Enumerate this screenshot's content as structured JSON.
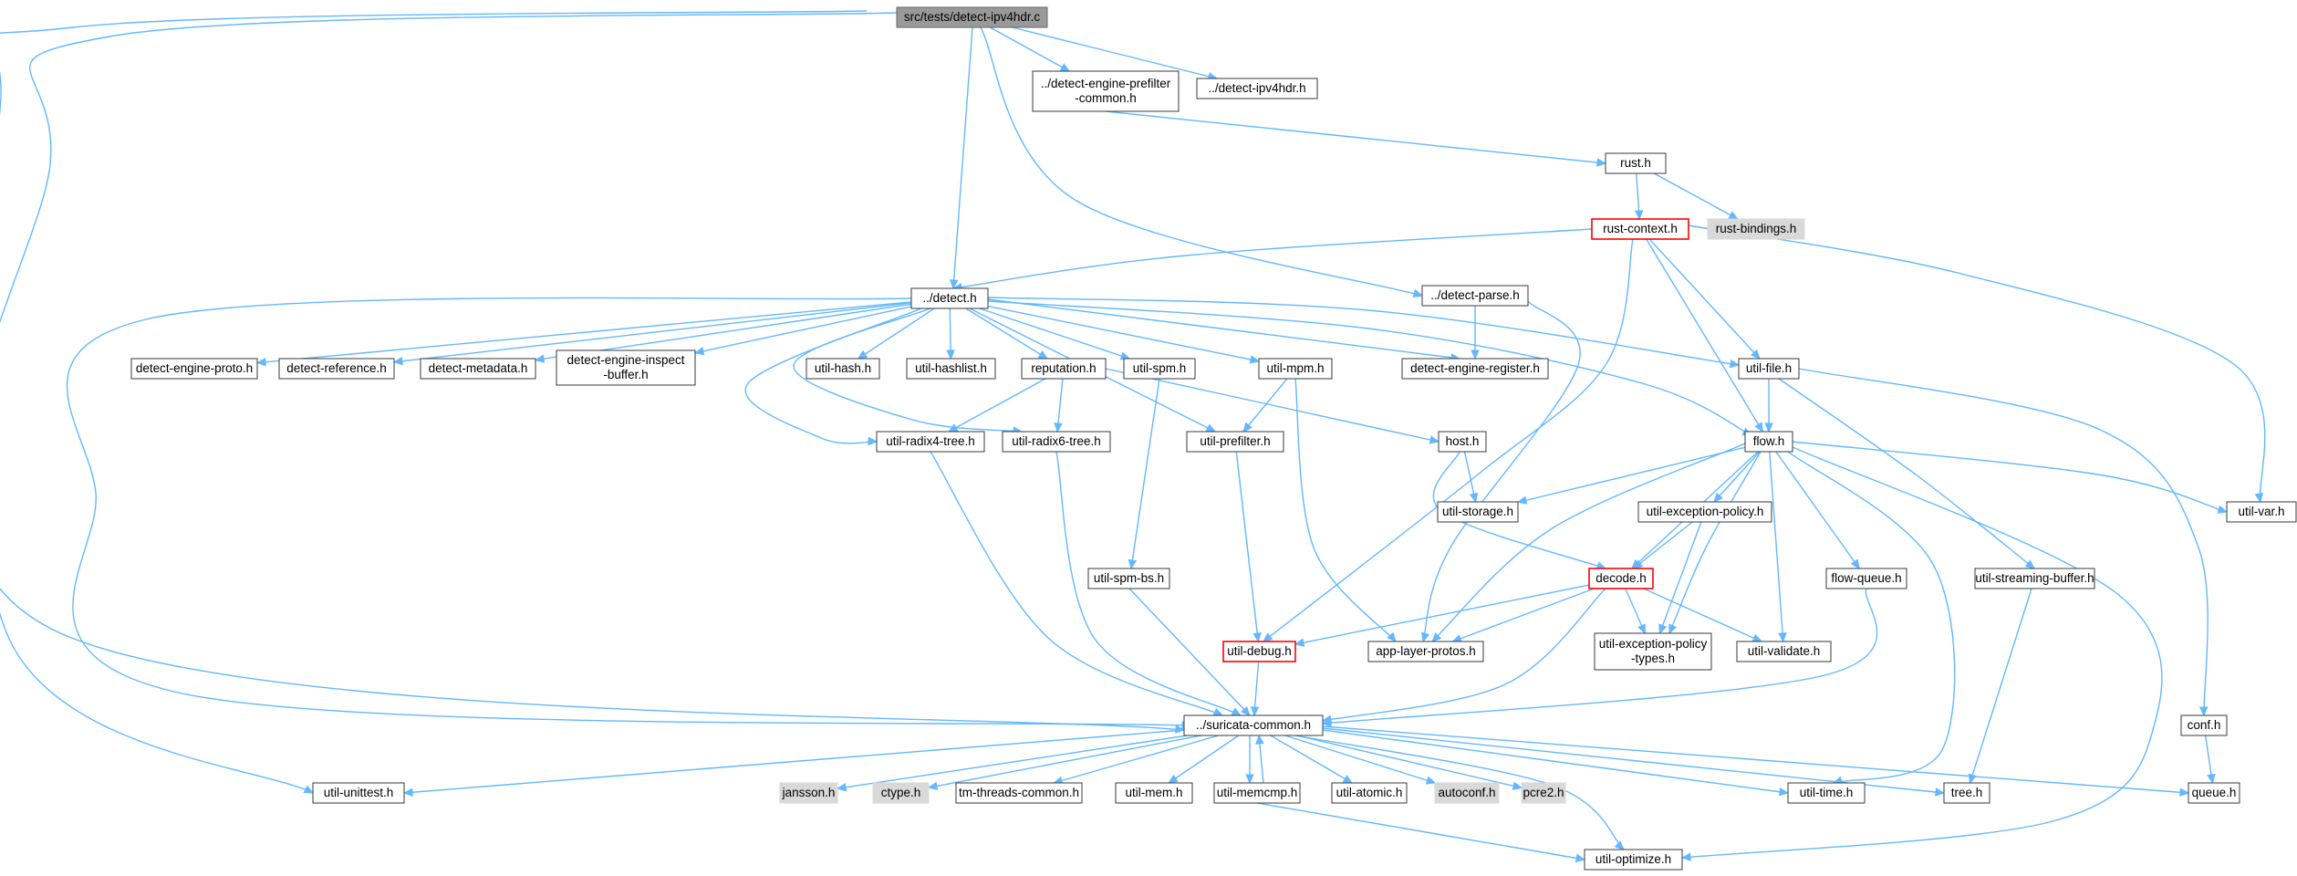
{
  "nodes": [
    {
      "id": "root",
      "lines": [
        "src/tests/detect-ipv4hdr.c"
      ],
      "style": "root"
    },
    {
      "id": "dep_prefilter",
      "lines": [
        "../detect-engine-prefilter",
        "-common.h"
      ],
      "style": "normal"
    },
    {
      "id": "dipv4",
      "lines": [
        "../detect-ipv4hdr.h"
      ],
      "style": "normal"
    },
    {
      "id": "rust",
      "lines": [
        "rust.h"
      ],
      "style": "normal"
    },
    {
      "id": "rustctx",
      "lines": [
        "rust-context.h"
      ],
      "style": "red"
    },
    {
      "id": "rustbind",
      "lines": [
        "rust-bindings.h"
      ],
      "style": "grey"
    },
    {
      "id": "detect",
      "lines": [
        "../detect.h"
      ],
      "style": "normal"
    },
    {
      "id": "dparse",
      "lines": [
        "../detect-parse.h"
      ],
      "style": "normal"
    },
    {
      "id": "deproto",
      "lines": [
        "detect-engine-proto.h"
      ],
      "style": "normal"
    },
    {
      "id": "dref",
      "lines": [
        "detect-reference.h"
      ],
      "style": "normal"
    },
    {
      "id": "dmeta",
      "lines": [
        "detect-metadata.h"
      ],
      "style": "normal"
    },
    {
      "id": "deinspect",
      "lines": [
        "detect-engine-inspect",
        "-buffer.h"
      ],
      "style": "normal"
    },
    {
      "id": "uhash",
      "lines": [
        "util-hash.h"
      ],
      "style": "normal"
    },
    {
      "id": "uhashlist",
      "lines": [
        "util-hashlist.h"
      ],
      "style": "normal"
    },
    {
      "id": "reputation",
      "lines": [
        "reputation.h"
      ],
      "style": "normal"
    },
    {
      "id": "uspm",
      "lines": [
        "util-spm.h"
      ],
      "style": "normal"
    },
    {
      "id": "umpm",
      "lines": [
        "util-mpm.h"
      ],
      "style": "normal"
    },
    {
      "id": "dereg",
      "lines": [
        "detect-engine-register.h"
      ],
      "style": "normal"
    },
    {
      "id": "ufile",
      "lines": [
        "util-file.h"
      ],
      "style": "normal"
    },
    {
      "id": "rad4",
      "lines": [
        "util-radix4-tree.h"
      ],
      "style": "normal"
    },
    {
      "id": "rad6",
      "lines": [
        "util-radix6-tree.h"
      ],
      "style": "normal"
    },
    {
      "id": "upref",
      "lines": [
        "util-prefilter.h"
      ],
      "style": "normal"
    },
    {
      "id": "host",
      "lines": [
        "host.h"
      ],
      "style": "normal"
    },
    {
      "id": "flow",
      "lines": [
        "flow.h"
      ],
      "style": "normal"
    },
    {
      "id": "ustorage",
      "lines": [
        "util-storage.h"
      ],
      "style": "normal"
    },
    {
      "id": "uexcpol",
      "lines": [
        "util-exception-policy.h"
      ],
      "style": "normal"
    },
    {
      "id": "uvar",
      "lines": [
        "util-var.h"
      ],
      "style": "normal"
    },
    {
      "id": "uspmbs",
      "lines": [
        "util-spm-bs.h"
      ],
      "style": "normal"
    },
    {
      "id": "decode",
      "lines": [
        "decode.h"
      ],
      "style": "red"
    },
    {
      "id": "flowq",
      "lines": [
        "flow-queue.h"
      ],
      "style": "normal"
    },
    {
      "id": "ustream",
      "lines": [
        "util-streaming-buffer.h"
      ],
      "style": "normal"
    },
    {
      "id": "udebug",
      "lines": [
        "util-debug.h"
      ],
      "style": "red"
    },
    {
      "id": "applayer",
      "lines": [
        "app-layer-protos.h"
      ],
      "style": "normal"
    },
    {
      "id": "uexcpt",
      "lines": [
        "util-exception-policy",
        "-types.h"
      ],
      "style": "normal"
    },
    {
      "id": "uvalid",
      "lines": [
        "util-validate.h"
      ],
      "style": "normal"
    },
    {
      "id": "conf",
      "lines": [
        "conf.h"
      ],
      "style": "normal"
    },
    {
      "id": "suricata",
      "lines": [
        "../suricata-common.h"
      ],
      "style": "normal"
    },
    {
      "id": "uunit",
      "lines": [
        "util-unittest.h"
      ],
      "style": "normal"
    },
    {
      "id": "jansson",
      "lines": [
        "jansson.h"
      ],
      "style": "grey"
    },
    {
      "id": "ctype",
      "lines": [
        "ctype.h"
      ],
      "style": "grey"
    },
    {
      "id": "tmthreads",
      "lines": [
        "tm-threads-common.h"
      ],
      "style": "normal"
    },
    {
      "id": "umem",
      "lines": [
        "util-mem.h"
      ],
      "style": "normal"
    },
    {
      "id": "umemcmp",
      "lines": [
        "util-memcmp.h"
      ],
      "style": "normal"
    },
    {
      "id": "uatomic",
      "lines": [
        "util-atomic.h"
      ],
      "style": "normal"
    },
    {
      "id": "autoconf",
      "lines": [
        "autoconf.h"
      ],
      "style": "grey"
    },
    {
      "id": "pcre2",
      "lines": [
        "pcre2.h"
      ],
      "style": "grey"
    },
    {
      "id": "utime",
      "lines": [
        "util-time.h"
      ],
      "style": "normal"
    },
    {
      "id": "tree",
      "lines": [
        "tree.h"
      ],
      "style": "normal"
    },
    {
      "id": "queue",
      "lines": [
        "queue.h"
      ],
      "style": "normal"
    },
    {
      "id": "uopt",
      "lines": [
        "util-optimize.h"
      ],
      "style": "normal"
    }
  ],
  "edges": [
    [
      "root",
      "dep_prefilter"
    ],
    [
      "root",
      "dipv4"
    ],
    [
      "root",
      "detect"
    ],
    [
      "root",
      "dparse"
    ],
    [
      "root",
      "suricata"
    ],
    [
      "root",
      "uunit"
    ],
    [
      "dep_prefilter",
      "rust"
    ],
    [
      "rust",
      "rustctx"
    ],
    [
      "rust",
      "rustbind"
    ],
    [
      "rustctx",
      "detect"
    ],
    [
      "rustctx",
      "ufile"
    ],
    [
      "rustctx",
      "flow"
    ],
    [
      "rustctx",
      "uvar"
    ],
    [
      "rustctx",
      "udebug"
    ],
    [
      "detect",
      "deproto"
    ],
    [
      "detect",
      "dref"
    ],
    [
      "detect",
      "dmeta"
    ],
    [
      "detect",
      "deinspect"
    ],
    [
      "detect",
      "uhash"
    ],
    [
      "detect",
      "uhashlist"
    ],
    [
      "detect",
      "reputation"
    ],
    [
      "detect",
      "uspm"
    ],
    [
      "detect",
      "umpm"
    ],
    [
      "detect",
      "dereg"
    ],
    [
      "detect",
      "ufile"
    ],
    [
      "detect",
      "rad4"
    ],
    [
      "detect",
      "rad6"
    ],
    [
      "detect",
      "upref"
    ],
    [
      "detect",
      "flow"
    ],
    [
      "detect",
      "suricata"
    ],
    [
      "dparse",
      "dereg"
    ],
    [
      "dparse",
      "applayer"
    ],
    [
      "reputation",
      "rad4"
    ],
    [
      "reputation",
      "rad6"
    ],
    [
      "reputation",
      "host"
    ],
    [
      "uspm",
      "uspmbs"
    ],
    [
      "umpm",
      "upref"
    ],
    [
      "umpm",
      "applayer"
    ],
    [
      "ufile",
      "flow"
    ],
    [
      "ufile",
      "ustream"
    ],
    [
      "ufile",
      "conf"
    ],
    [
      "rad4",
      "suricata"
    ],
    [
      "rad6",
      "suricata"
    ],
    [
      "upref",
      "udebug"
    ],
    [
      "host",
      "ustorage"
    ],
    [
      "host",
      "decode"
    ],
    [
      "flow",
      "ustorage"
    ],
    [
      "flow",
      "uexcpol"
    ],
    [
      "flow",
      "uvar"
    ],
    [
      "flow",
      "decode"
    ],
    [
      "flow",
      "flowq"
    ],
    [
      "flow",
      "applayer"
    ],
    [
      "flow",
      "uexcpt"
    ],
    [
      "flow",
      "uvalid"
    ],
    [
      "flow",
      "utime"
    ],
    [
      "flow",
      "uopt"
    ],
    [
      "uexcpol",
      "decode"
    ],
    [
      "uexcpol",
      "uexcpt"
    ],
    [
      "uspmbs",
      "suricata"
    ],
    [
      "decode",
      "udebug"
    ],
    [
      "decode",
      "applayer"
    ],
    [
      "decode",
      "uexcpt"
    ],
    [
      "decode",
      "uvalid"
    ],
    [
      "decode",
      "suricata"
    ],
    [
      "flowq",
      "suricata"
    ],
    [
      "ustream",
      "tree"
    ],
    [
      "conf",
      "queue"
    ],
    [
      "udebug",
      "suricata"
    ],
    [
      "suricata",
      "uunit"
    ],
    [
      "suricata",
      "jansson"
    ],
    [
      "suricata",
      "ctype"
    ],
    [
      "suricata",
      "tmthreads"
    ],
    [
      "suricata",
      "umem"
    ],
    [
      "suricata",
      "umemcmp"
    ],
    [
      "suricata",
      "uatomic"
    ],
    [
      "suricata",
      "autoconf"
    ],
    [
      "suricata",
      "pcre2"
    ],
    [
      "suricata",
      "utime"
    ],
    [
      "suricata",
      "tree"
    ],
    [
      "suricata",
      "queue"
    ],
    [
      "suricata",
      "uopt"
    ],
    [
      "umemcmp",
      "suricata"
    ],
    [
      "umemcmp",
      "uopt"
    ]
  ]
}
